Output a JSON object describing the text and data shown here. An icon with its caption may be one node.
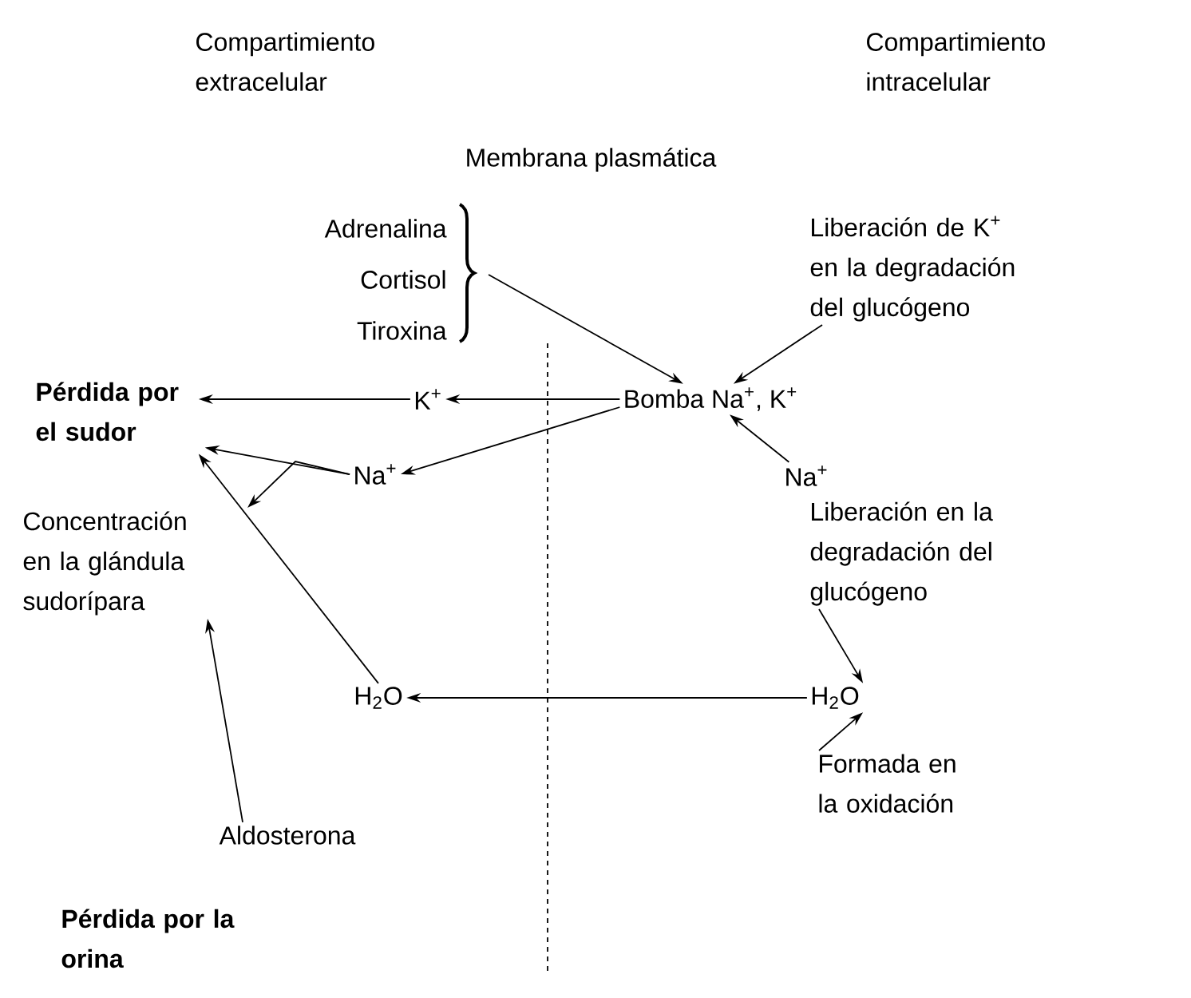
{
  "diagram": {
    "nodes": [
      {
        "text": [
          "Adrenalina",
          "Cortisol",
          "Tiroxina"
        ]
      },
      {
        "text": [
          "Bomba Na$^{+}$, K$^{+}$"
        ]
      },
      {
        "text": [
          "Liberación de K$^{+}$ en la degradación del glucógeno"
        ]
      },
      {
        "text": [
          "Na$^{+}$"
        ]
      },
      {
        "text": [
          "K$^{+}$"
        ]
      },
      {
        "text": [
          "Na$^{+}$"
        ]
      },
      {
        "text": [
          "Pérdida por el sudor"
        ]
      },
      {
        "text": [
          "Concentración en la glándula sudorípara"
        ]
      },
      {
        "text": [
          "H$_{2}$O"
        ]
      },
      {
        "text": [
          "H$_{2}$O"
        ]
      },
      {
        "text": [
          "Liberación en la degradación del glucógeno"
        ]
      },
      {
        "text": [
          "Formada en la oxidación"
        ]
      },
      {
        "text": [
          "Aldosterona"
        ]
      }
    ],
    "edges": [
      {
        "from": 0,
        "to": 1,
        "arrow": "to"
      },
      {
        "from": 2,
        "to": 1,
        "arrow": "to"
      },
      {
        "from": 3,
        "to": 1,
        "arrow": "to"
      },
      {
        "from": 1,
        "to": 4,
        "arrow": "to"
      },
      {
        "from": 1,
        "to": 5,
        "arrow": "to"
      },
      {
        "from": 4,
        "to": 6,
        "arrow": "to"
      },
      {
        "from": 5,
        "to": 6,
        "arrow": "to"
      },
      {
        "from": 5,
        "to": 7,
        "arrow": "to"
      },
      {
        "from": 8,
        "to": 6,
        "arrow": "to"
      },
      {
        "from": 9,
        "to": 8,
        "arrow": "to"
      },
      {
        "from": 10,
        "to": 9,
        "arrow": "to"
      },
      {
        "from": 11,
        "to": 9,
        "arrow": "to"
      },
      {
        "from": 12,
        "to": 7,
        "arrow": "to"
      }
    ],
    "labels": [
      "Compartimiento extracelular",
      "Compartimiento intracelular",
      "Membrana plasmática",
      "Pérdida por la orina"
    ]
  }
}
